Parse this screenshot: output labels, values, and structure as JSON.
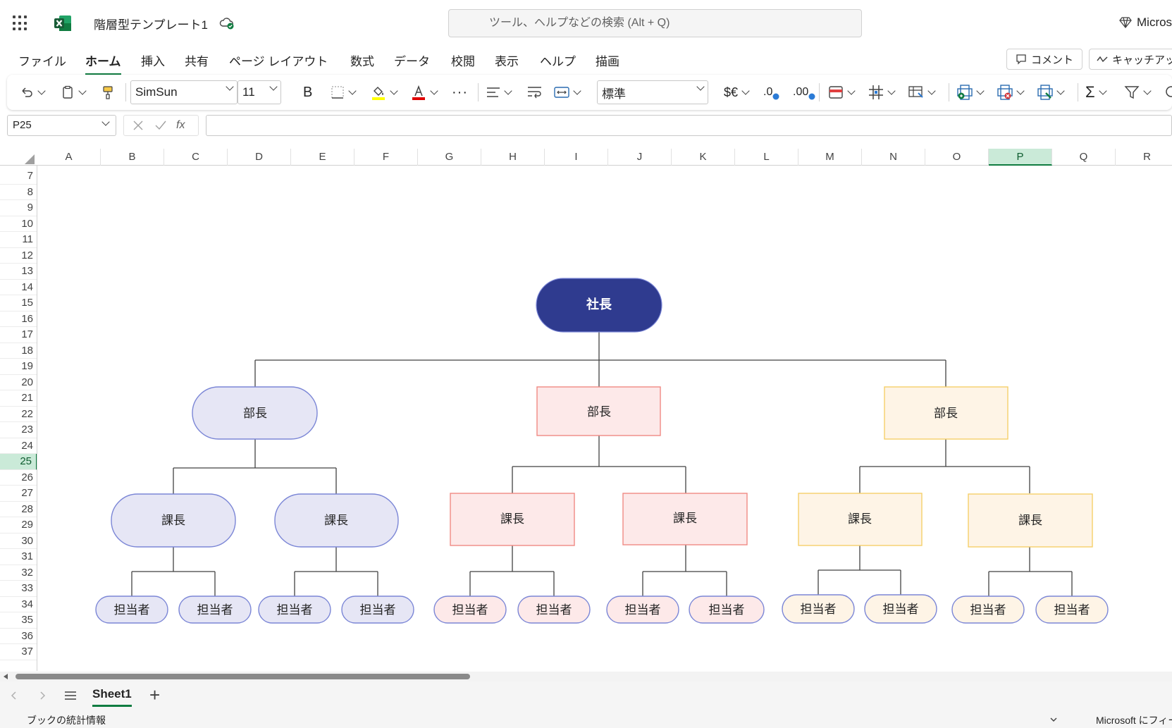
{
  "titlebar": {
    "doc_title": "階層型テンプレート1",
    "search_placeholder": "ツール、ヘルプなどの検索 (Alt + Q)",
    "premium_label": "Micros"
  },
  "menu": {
    "tabs": [
      "ファイル",
      "ホーム",
      "挿入",
      "共有",
      "ページ レイアウト",
      "数式",
      "データ",
      "校閲",
      "表示",
      "ヘルプ",
      "描画"
    ],
    "active_tab": "ホーム",
    "comment_label": "コメント",
    "catchup_label": "キャッチアッ"
  },
  "ribbon": {
    "font_name": "SimSun",
    "font_size": "11",
    "number_format": "標準",
    "bold_label": "B",
    "currency_label": "$€",
    "dec_inc_label": ".0",
    "dec_dec_label": ".00",
    "more_label": "···",
    "sum_label": "Σ"
  },
  "formula": {
    "name_box": "P25",
    "fx_label": "fx",
    "value": ""
  },
  "grid": {
    "columns": [
      "A",
      "B",
      "C",
      "D",
      "E",
      "F",
      "G",
      "H",
      "I",
      "J",
      "K",
      "L",
      "M",
      "N",
      "O",
      "P",
      "Q",
      "R"
    ],
    "selected_column": "P",
    "rows": [
      "7",
      "8",
      "9",
      "10",
      "11",
      "12",
      "13",
      "14",
      "15",
      "16",
      "17",
      "18",
      "19",
      "20",
      "21",
      "22",
      "23",
      "24",
      "25",
      "26",
      "27",
      "28",
      "29",
      "30",
      "31",
      "32",
      "33",
      "34",
      "35",
      "36",
      "37"
    ],
    "selected_row": "25"
  },
  "org_chart": {
    "president": "社長",
    "manager": "部長",
    "section_chief": "課長",
    "staff": "担当者"
  },
  "colors": {
    "accent": "#107c41",
    "president_fill": "#2f3b8f",
    "blue_fill": "#e6e6f5",
    "blue_stroke": "#7b86d6",
    "red_fill": "#fde9e9",
    "red_stroke": "#f08a84",
    "yellow_fill": "#fef4e6",
    "yellow_stroke": "#f6cf6a"
  },
  "sheets": {
    "active": "Sheet1",
    "add_label": "+"
  },
  "status": {
    "left": "ブックの統計情報",
    "right": "Microsoft にフィー"
  }
}
